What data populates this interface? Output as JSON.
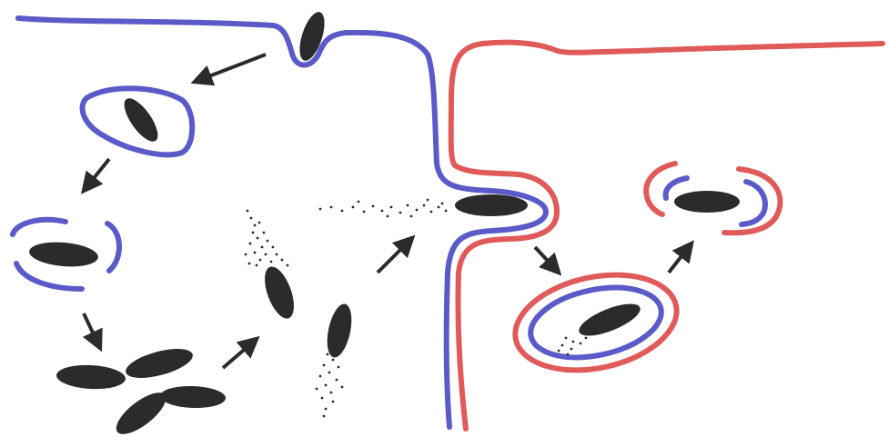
{
  "colors": {
    "host_membrane": "#5a5ac8",
    "neighbor_membrane": "#e05a5a",
    "bacterium": "#2b2b2b",
    "arrow": "#2b2b2b",
    "background": "#ffffff"
  },
  "stages": [
    "entry",
    "vacuole",
    "vacuole-lysis",
    "division",
    "actin-motility",
    "protrusion",
    "double-membrane-vacuole",
    "escape"
  ],
  "icons": {
    "arrow": "arrow-icon",
    "bacterium": "bacterium-icon"
  }
}
